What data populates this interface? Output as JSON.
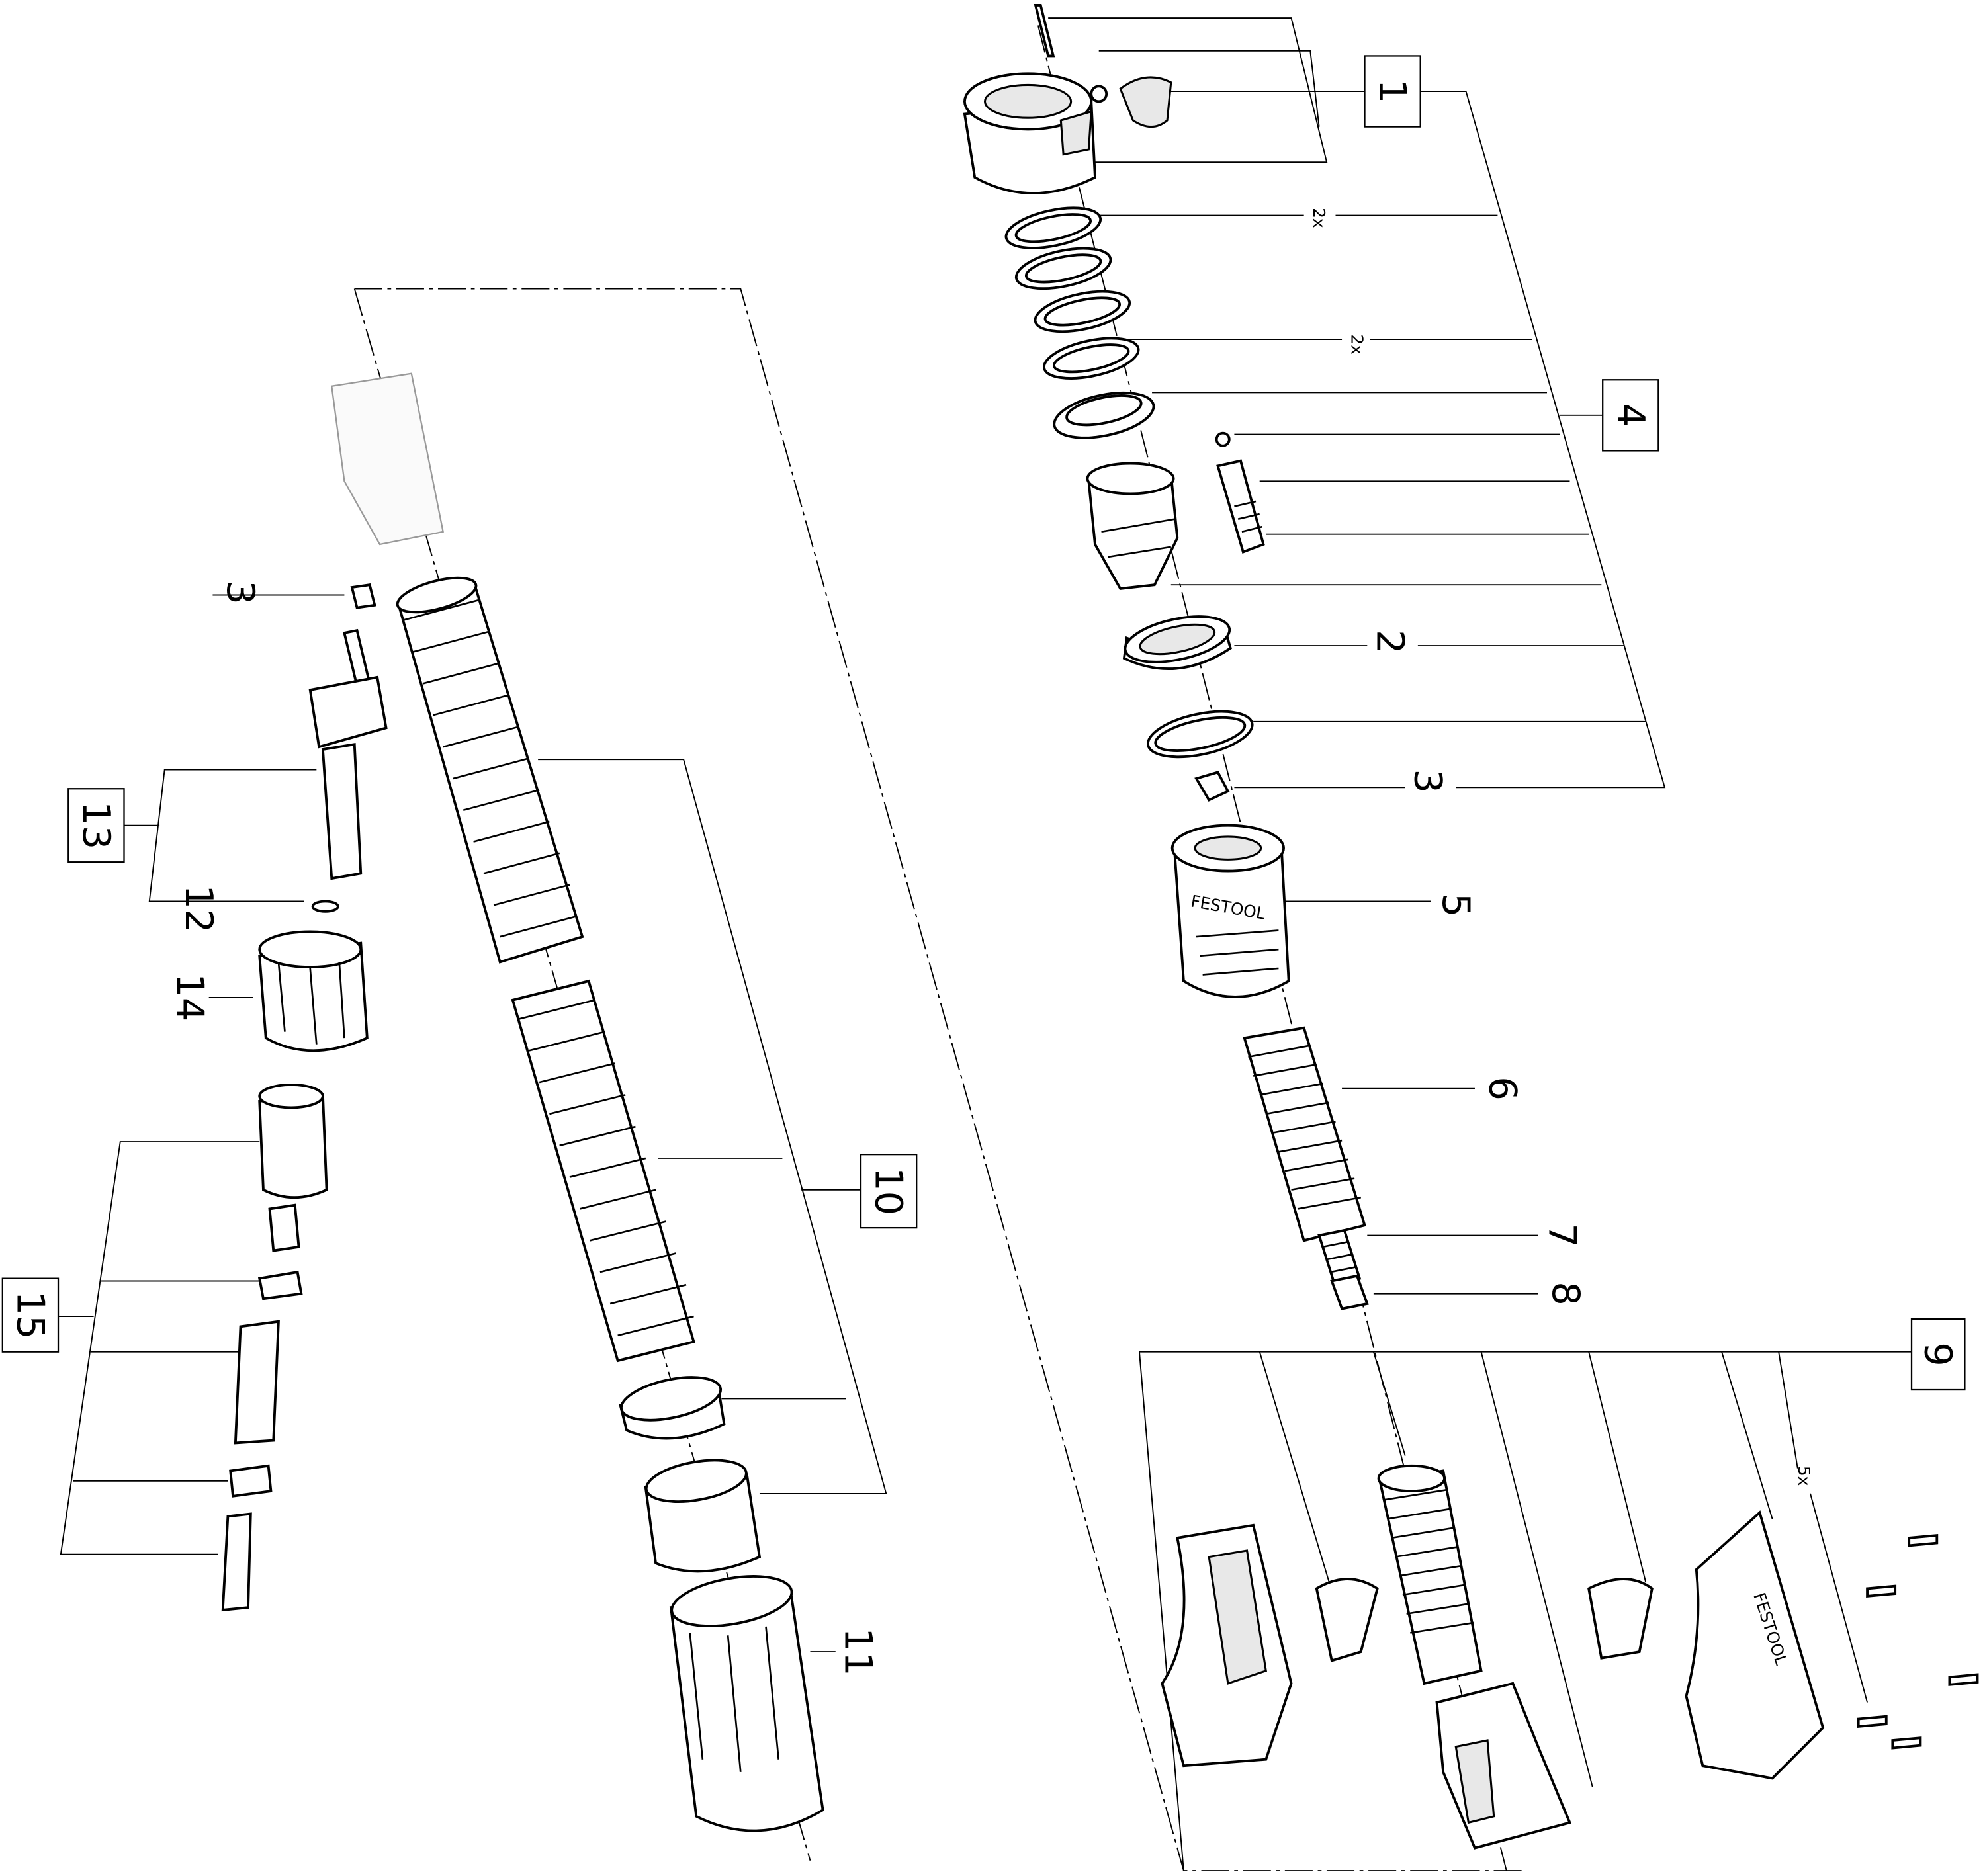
{
  "diagram": {
    "type": "exploded-parts-diagram",
    "boxed_labels": [
      "1",
      "4",
      "9",
      "10",
      "13",
      "15"
    ],
    "plain_labels": {
      "l3a": "3",
      "l12": "12",
      "l14": "14",
      "l2": "2",
      "l3b": "3",
      "l5": "5",
      "l6": "6",
      "l7": "7",
      "l8": "8",
      "l11": "11"
    },
    "quantities": {
      "q1": "2x",
      "q2": "2x",
      "q3": "5x"
    },
    "brand_marking": "FESTOOL"
  }
}
